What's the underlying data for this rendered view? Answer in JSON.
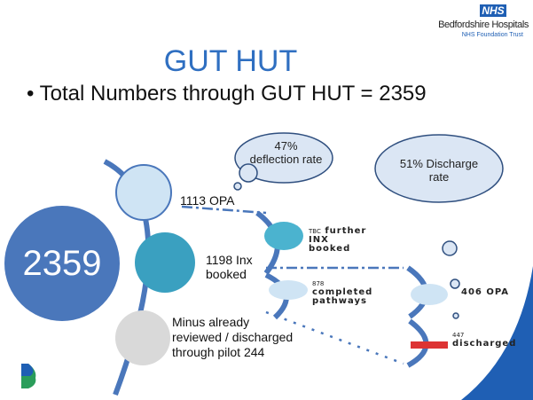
{
  "logo": {
    "badge": "NHS",
    "org": "Bedfordshire Hospitals",
    "subtitle": "NHS Foundation Trust"
  },
  "title": "GUT HUT",
  "bullet": "Total Numbers through GUT HUT = 2359",
  "total": "2359",
  "clouds": {
    "deflection": "47% deflection rate",
    "discharge": "51% Discharge rate"
  },
  "branches": {
    "opa": "1113 OPA",
    "inx": "1198 Inx booked",
    "minus": "Minus already reviewed / discharged through pilot 244"
  },
  "outcomes": {
    "further_num": "TBC",
    "further": "further INX booked",
    "completed_num": "878",
    "completed": "completed pathways",
    "opa2": "406 OPA",
    "discharged_num": "447",
    "discharged": "discharged"
  },
  "colors": {
    "primary": "#4a77bb",
    "title": "#2f6fc1",
    "dark": "#1f5fb4"
  }
}
